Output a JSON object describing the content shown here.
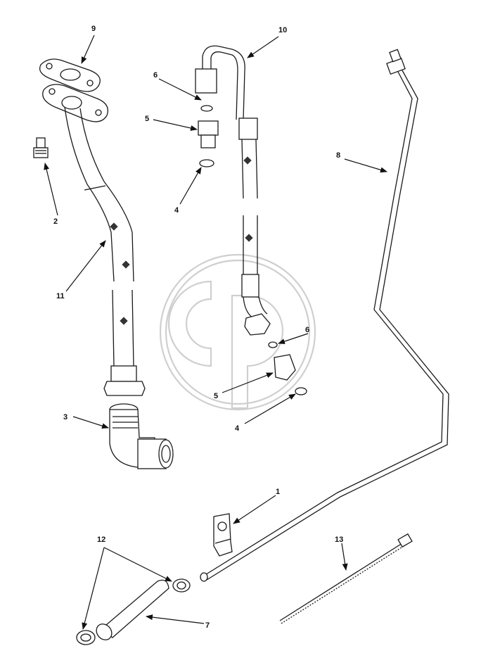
{
  "callouts": {
    "c1": "1",
    "c2": "2",
    "c3": "3",
    "c4a": "4",
    "c4b": "4",
    "c5a": "5",
    "c5b": "5",
    "c6a": "6",
    "c6b": "6",
    "c7": "7",
    "c8": "8",
    "c9": "9",
    "c10": "10",
    "c11": "11",
    "c12": "12",
    "c13": "13"
  },
  "watermark": {
    "logo": "CP"
  },
  "colors": {
    "line": "#1a1a1a",
    "watermark": "#cfcfcf",
    "background": "#ffffff"
  }
}
